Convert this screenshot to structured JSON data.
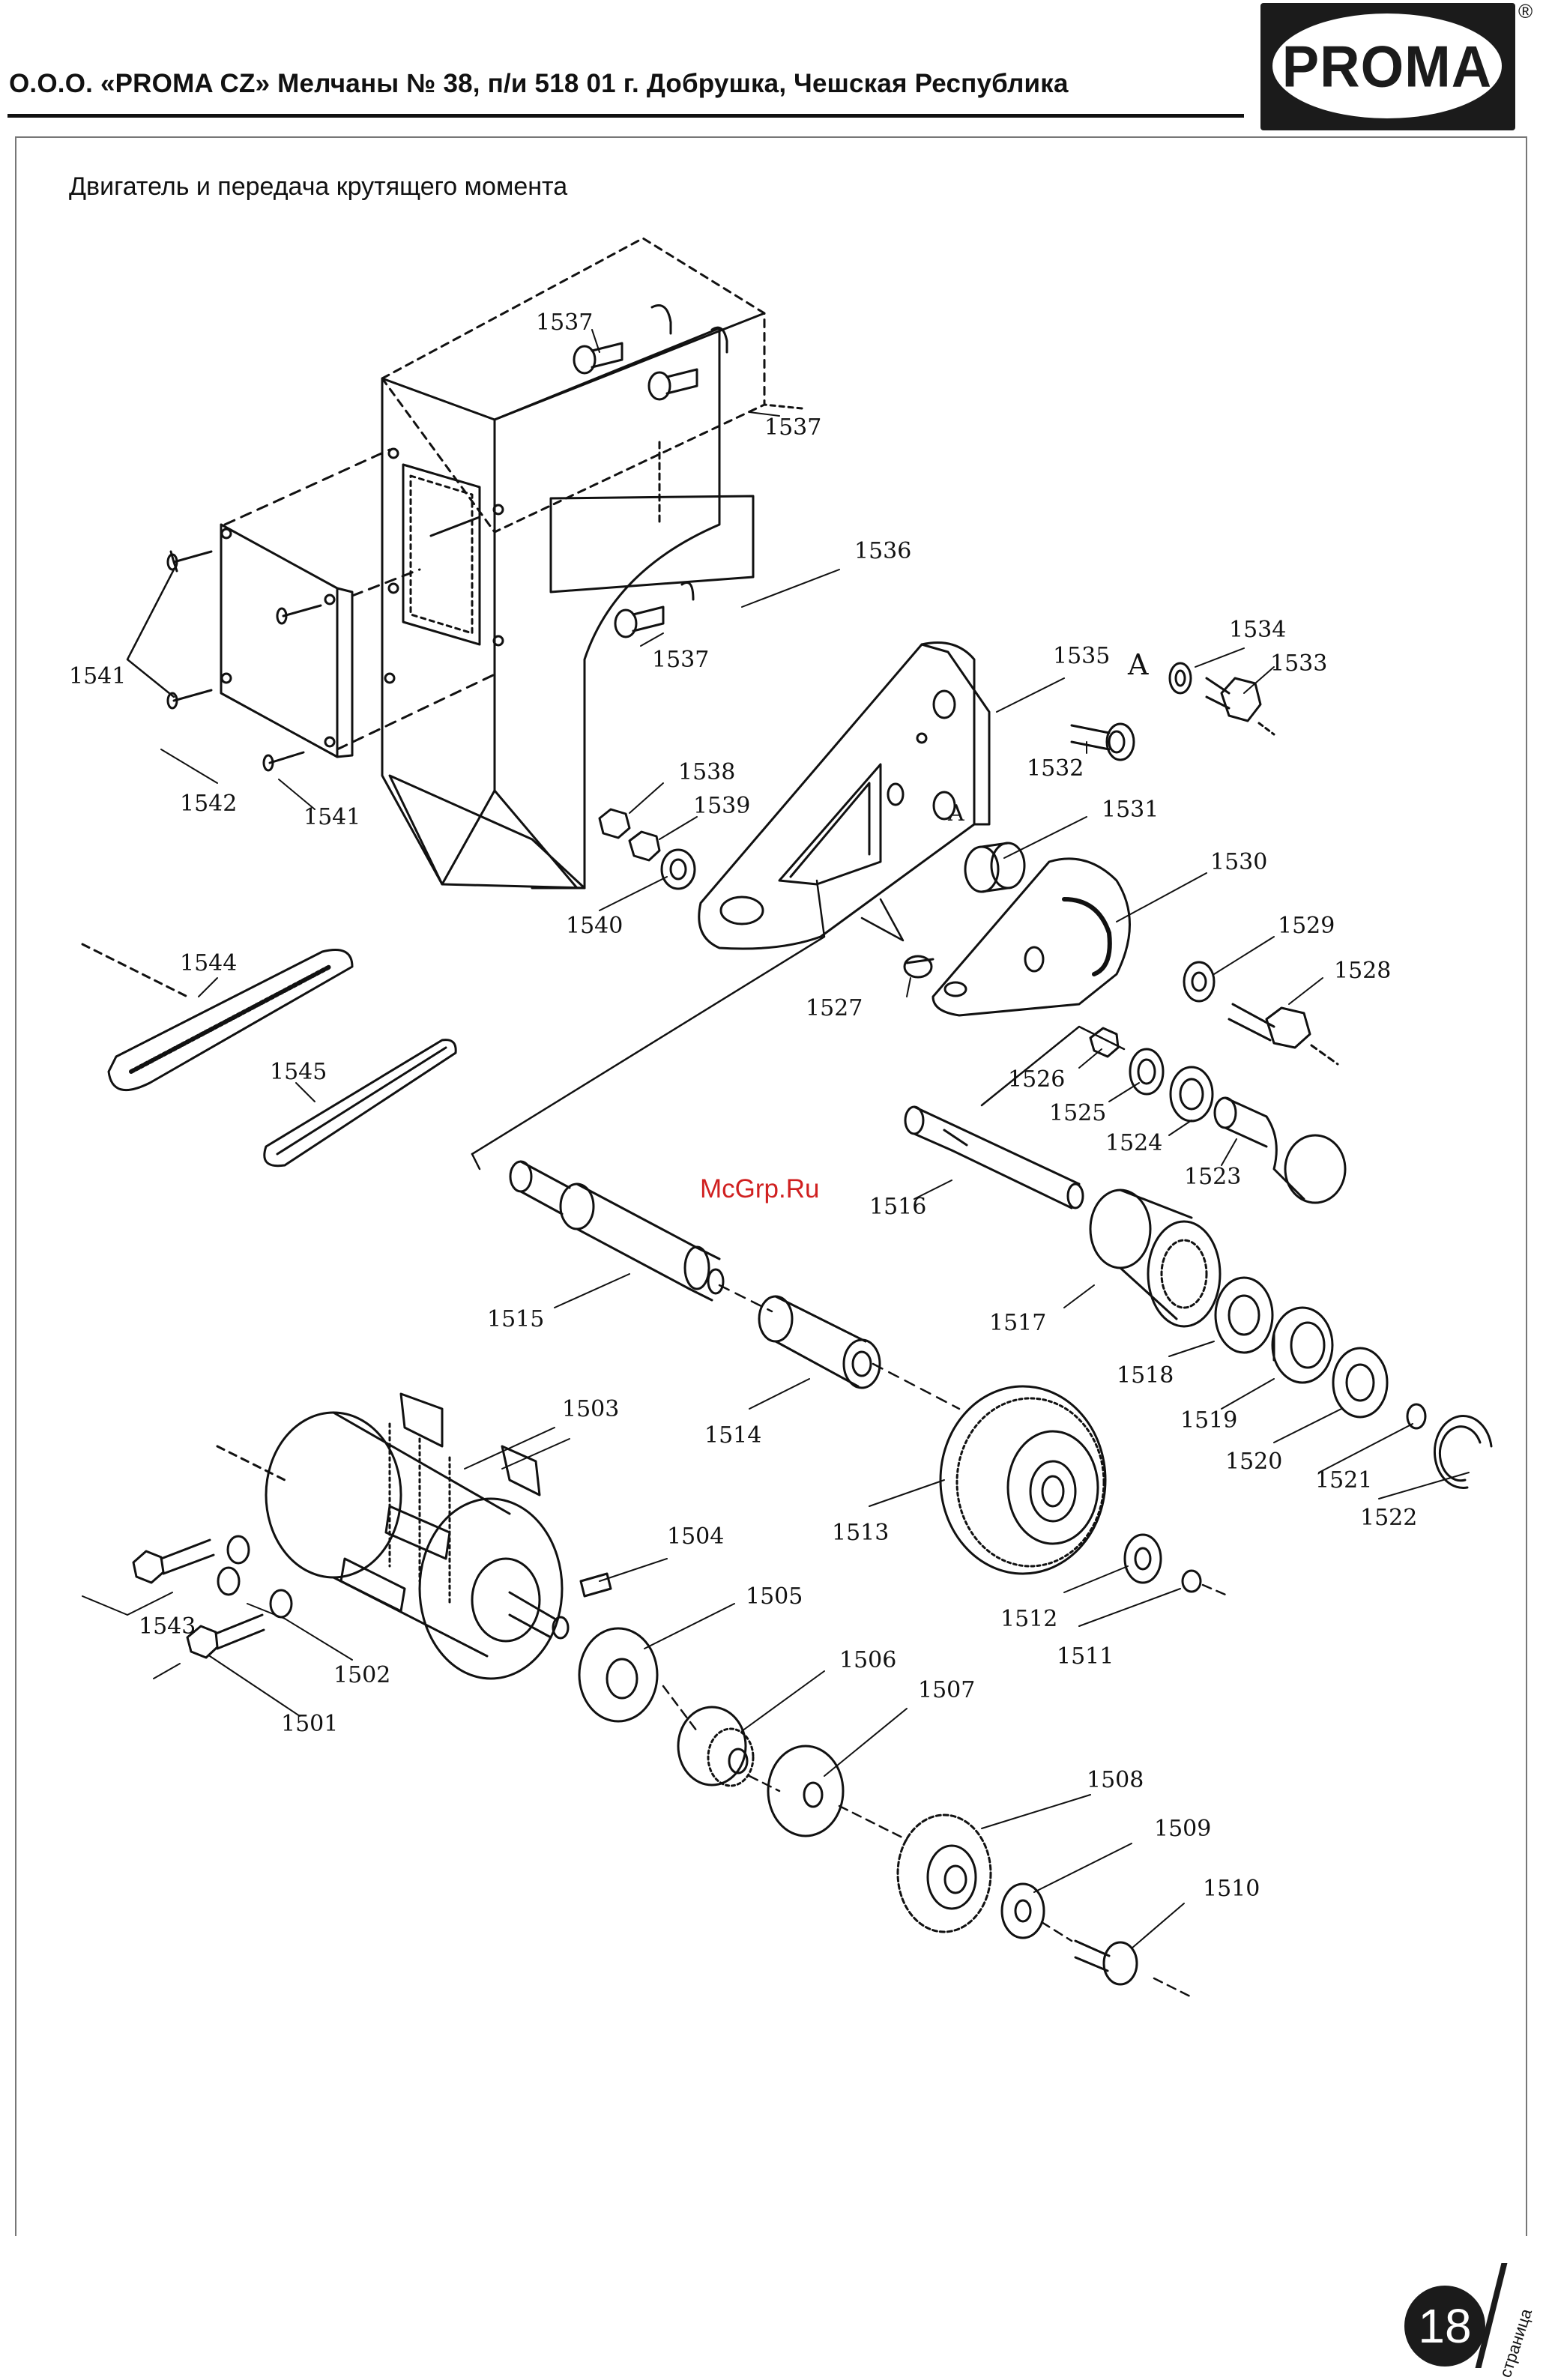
{
  "header": {
    "company_line": "О.О.О. «PROMA CZ» Мелчаны № 38, п/и 518 01 г. Добрушка, Чешская Республика",
    "logo_text": "PROMA",
    "registered_mark": "®"
  },
  "section_title": "Двигатель и передача крутящего момента",
  "watermark": "McGrp.Ru",
  "page": {
    "number": "18",
    "word": "страница"
  },
  "part_labels": {
    "p1537a": "1537",
    "p1537b": "1537",
    "p1537c": "1537",
    "p1536": "1536",
    "p1535": "1535",
    "p1534": "1534",
    "p1533": "1533",
    "p1532": "1532",
    "p1531": "1531",
    "p1530": "1530",
    "p1529": "1529",
    "p1528": "1528",
    "p1527": "1527",
    "p1526": "1526",
    "p1525": "1525",
    "p1524": "1524",
    "p1523": "1523",
    "p1516": "1516",
    "p1517": "1517",
    "p1518": "1518",
    "p1519": "1519",
    "p1520": "1520",
    "p1521": "1521",
    "p1522": "1522",
    "p1541a": "1541",
    "p1541b": "1541",
    "p1542": "1542",
    "p1538": "1538",
    "p1539": "1539",
    "p1540": "1540",
    "p1544": "1544",
    "p1545": "1545",
    "p1515": "1515",
    "p1514": "1514",
    "p1513": "1513",
    "p1512": "1512",
    "p1511": "1511",
    "p1503": "1503",
    "p1504": "1504",
    "p1505": "1505",
    "p1506": "1506",
    "p1507": "1507",
    "p1508": "1508",
    "p1509": "1509",
    "p1510": "1510",
    "p1543": "1543",
    "p1502": "1502",
    "p1501": "1501",
    "markA1": "A",
    "markA2": "A"
  }
}
